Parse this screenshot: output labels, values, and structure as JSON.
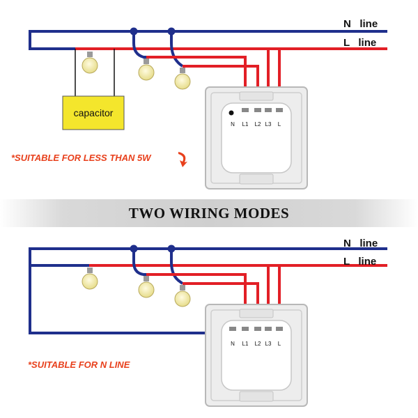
{
  "colors": {
    "neutral_wire": "#1f2f8c",
    "live_wire": "#e21f26",
    "capacitor_fill": "#f4e62c",
    "note_text": "#e8401c",
    "bulb": "#f3ec9c"
  },
  "top_diagram": {
    "n_line_label": "N   line",
    "l_line_label": "L   line",
    "capacitor_label": "capacitor",
    "note": "*SUITABLE FOR LESS THAN 5W",
    "terminals": [
      "N",
      "L1",
      "L2",
      "L3",
      "L"
    ]
  },
  "banner": {
    "title": "TWO WIRING MODES"
  },
  "bottom_diagram": {
    "n_line_label": "N   line",
    "l_line_label": "L   line",
    "note": "*SUITABLE FOR N LINE",
    "terminals": [
      "N",
      "L1",
      "L2",
      "L3",
      "L"
    ]
  }
}
